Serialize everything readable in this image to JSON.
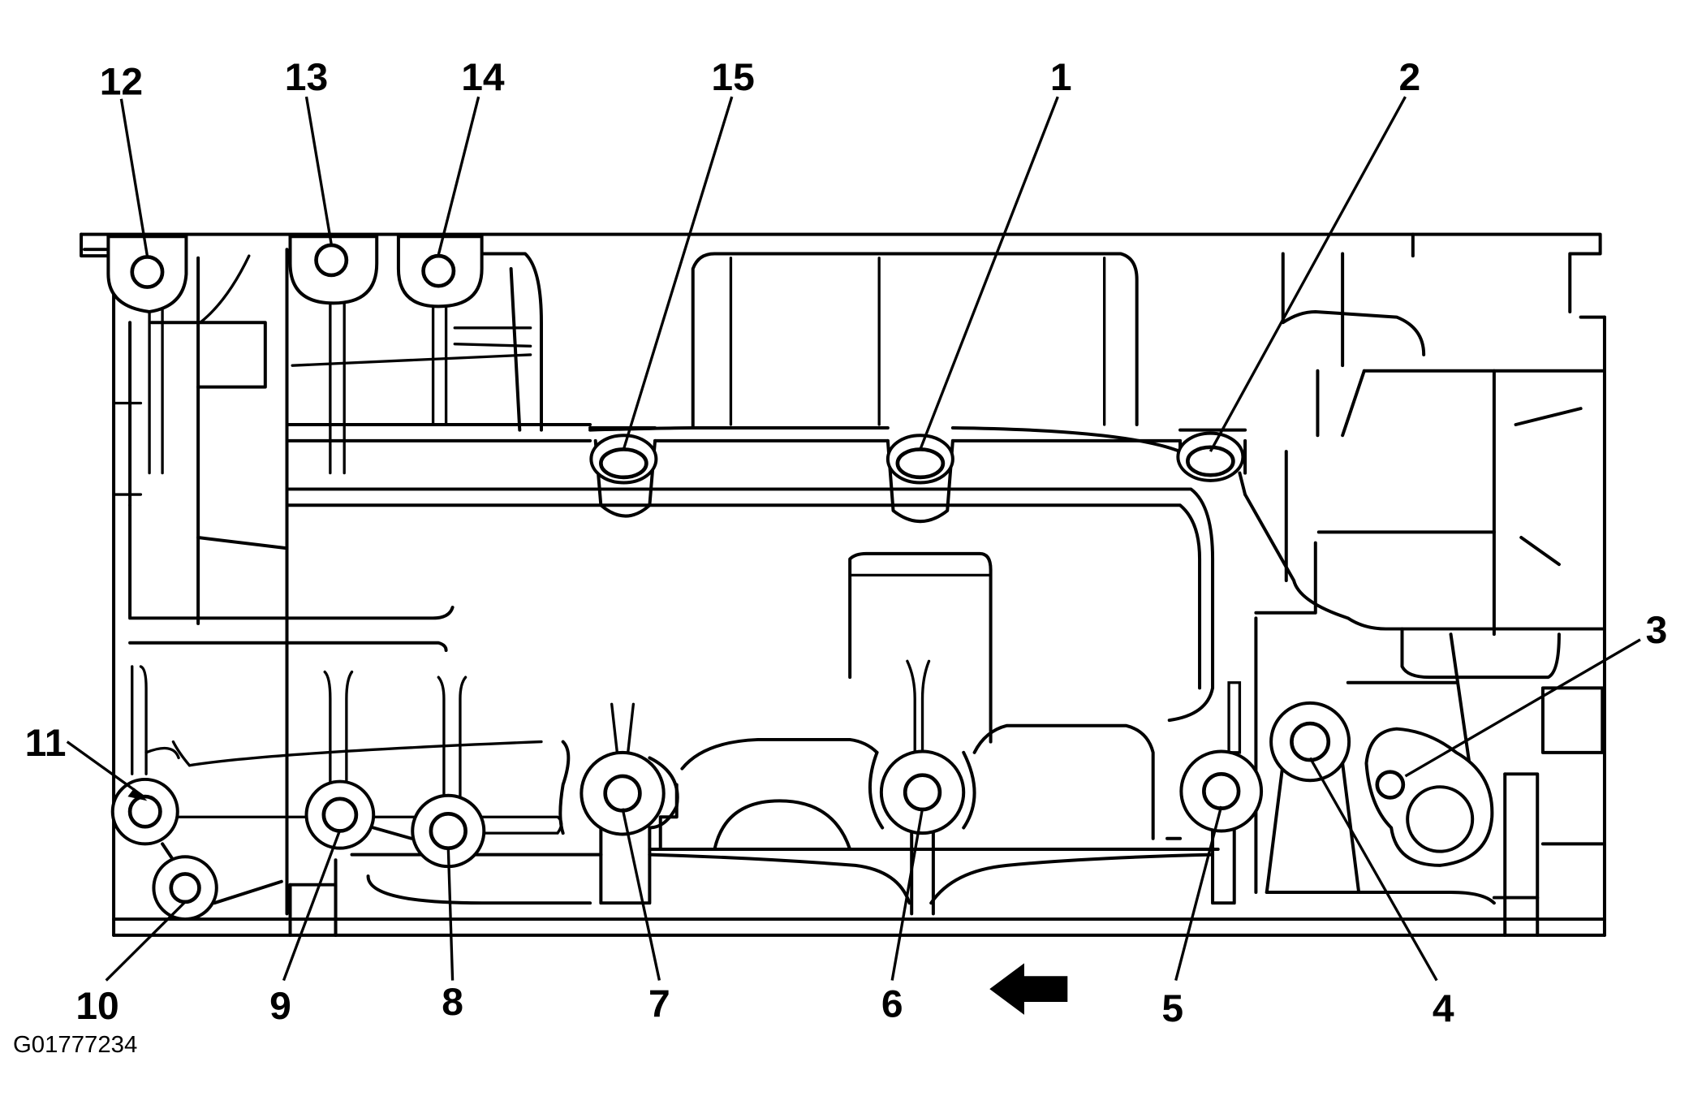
{
  "figure_id": "G01777234",
  "callouts": [
    {
      "num": "1"
    },
    {
      "num": "2"
    },
    {
      "num": "3"
    },
    {
      "num": "4"
    },
    {
      "num": "5"
    },
    {
      "num": "6"
    },
    {
      "num": "7"
    },
    {
      "num": "8"
    },
    {
      "num": "9"
    },
    {
      "num": "10"
    },
    {
      "num": "11"
    },
    {
      "num": "12"
    },
    {
      "num": "13"
    },
    {
      "num": "14"
    },
    {
      "num": "15"
    }
  ],
  "direction_arrow": {
    "icon": "arrow-left-icon",
    "color": "#000000"
  },
  "colors": {
    "line": "#000000",
    "background": "#ffffff"
  }
}
